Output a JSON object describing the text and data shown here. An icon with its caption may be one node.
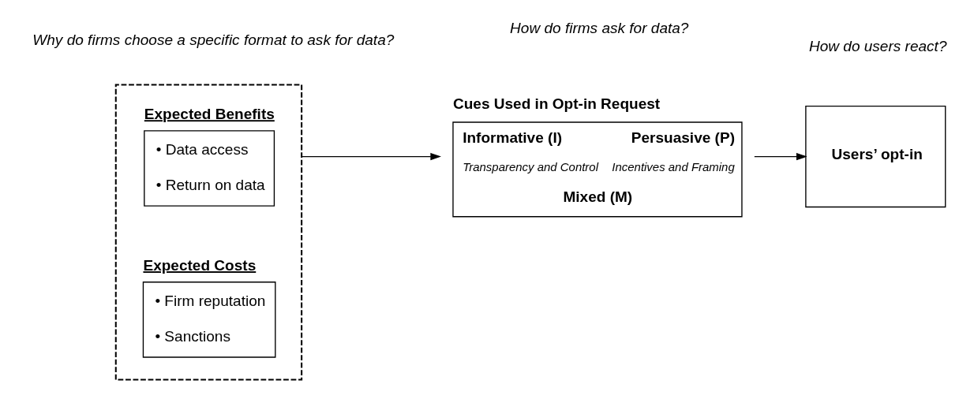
{
  "diagram": {
    "nodes": [
      {
        "text": [],
        "shape": "box"
      },
      {
        "text": [
          "Expected Benefits",
          "• Data access",
          "• Return on data"
        ],
        "in": 0
      },
      {
        "text": [
          "Expected Costs",
          "• Firm reputation",
          "• Sanctions"
        ],
        "in": 0
      },
      {
        "text": [
          "Cues Used in Opt-in Request",
          "Informative (I)",
          "Persuasive (P)",
          "Transparency and Control",
          "Incentives and Framing",
          "Mixed (M)"
        ]
      },
      {
        "text": [
          "Users’ opt-in"
        ]
      }
    ],
    "edges": [
      {
        "from": 0,
        "to": 3,
        "arrow": "to"
      },
      {
        "from": 3,
        "to": 4,
        "arrow": "to"
      }
    ],
    "labels": [
      "Why do firms choose a specific format to ask for data?",
      "How do firms ask for data?",
      "How do users react?"
    ]
  }
}
